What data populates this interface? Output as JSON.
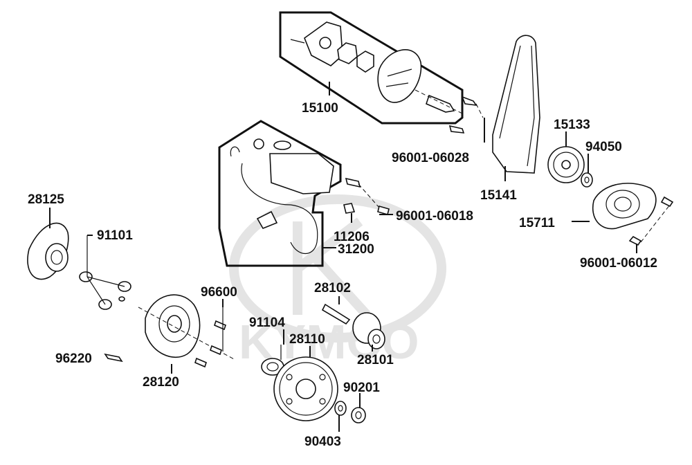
{
  "watermark": {
    "brand": "KYMCO"
  },
  "parts": {
    "p15100": "15100",
    "p96001_06028": "96001-06028",
    "p15141": "15141",
    "p15133": "15133",
    "p94050": "94050",
    "p15711": "15711",
    "p96001_06012": "96001-06012",
    "p28125": "28125",
    "p91101": "91101",
    "p11206": "11206",
    "p96001_06018": "96001-06018",
    "p31200": "31200",
    "p28102": "28102",
    "p96600": "96600",
    "p91104": "91104",
    "p28110": "28110",
    "p28101": "28101",
    "p96220": "96220",
    "p28120": "28120",
    "p90201": "90201",
    "p90403": "90403"
  }
}
